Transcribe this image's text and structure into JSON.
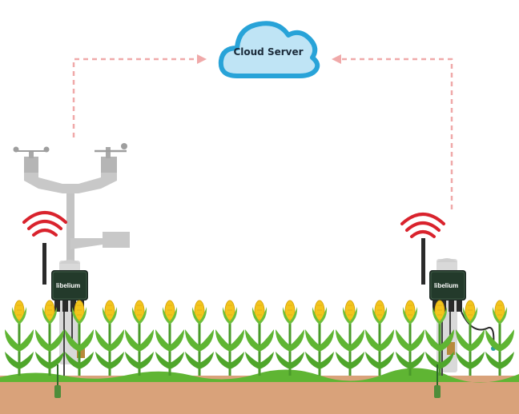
{
  "cloud": {
    "label": "Cloud Server"
  },
  "node_left": {
    "brand": "libelium"
  },
  "node_right": {
    "brand": "libelium"
  },
  "colors": {
    "arrow": "#f0a9a9",
    "cloud_fill": "#bfe4f5",
    "cloud_stroke": "#28a3d8",
    "soil": "#d9a27a",
    "grass": "#5fb533",
    "signal": "#d9232d",
    "device": "#1d2a24",
    "corn": "#f3c51c",
    "station_metal": "#bdbdbd"
  },
  "icons": [
    "cloud-icon",
    "wifi-signal-icon",
    "weather-station-icon",
    "sensor-node-icon",
    "corn-plant-icon",
    "soil-probe-icon"
  ]
}
